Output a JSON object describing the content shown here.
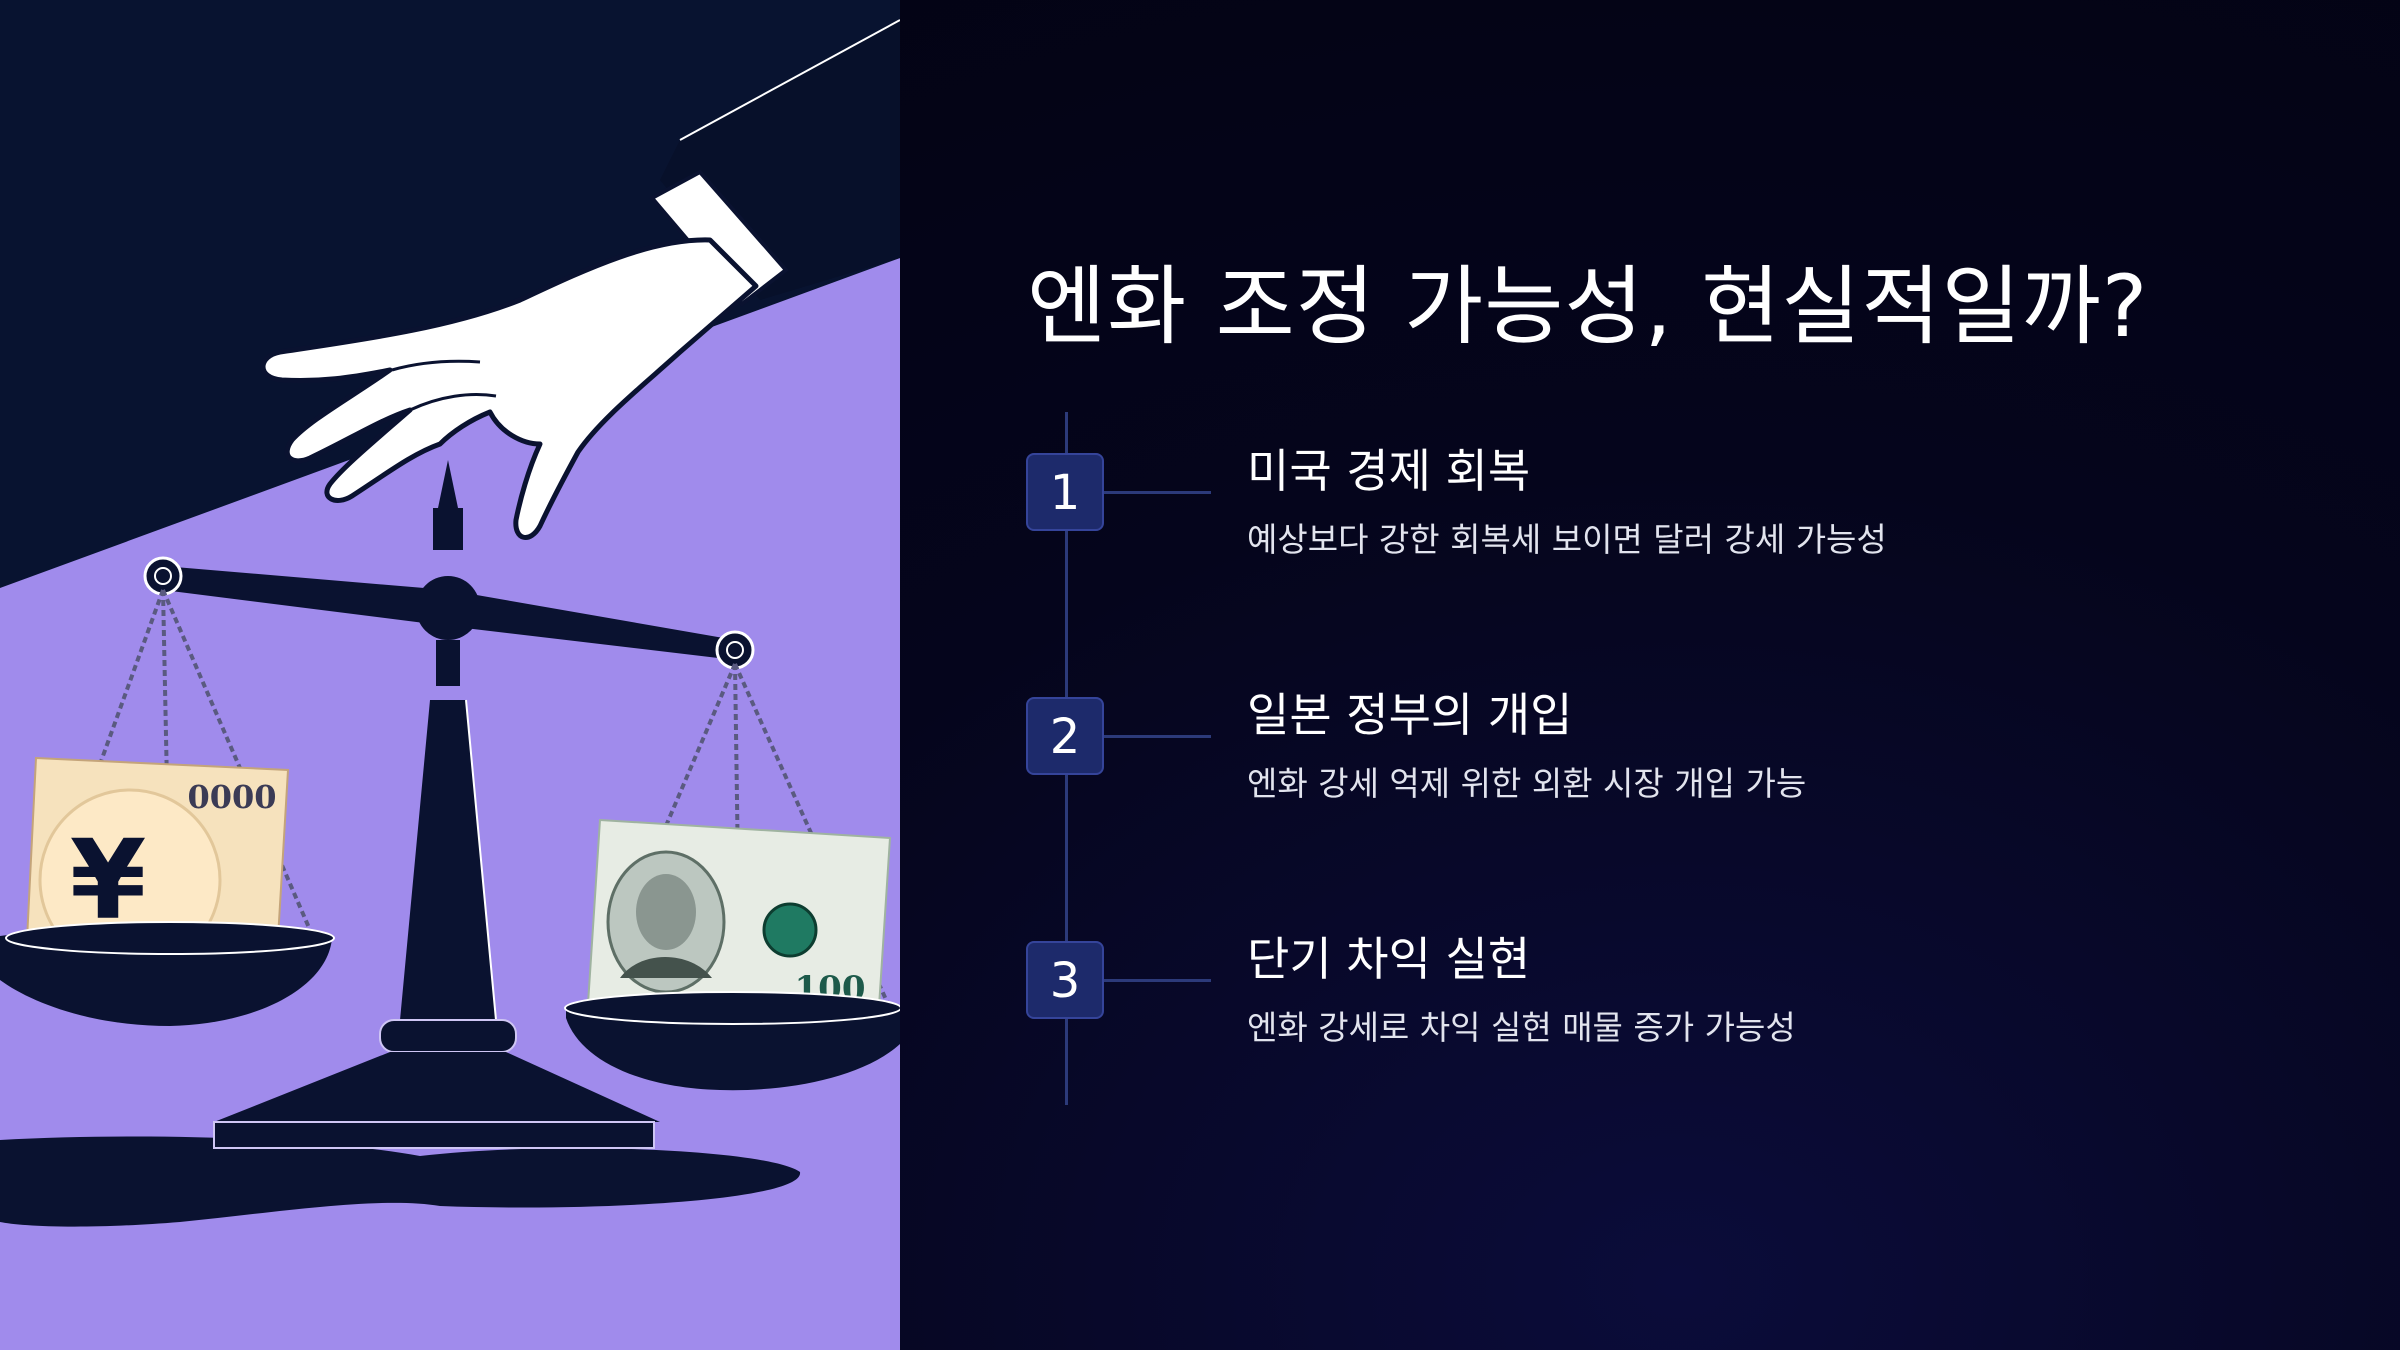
{
  "slide": {
    "title": "엔화 조정 가능성, 현실적일까?",
    "steps": [
      {
        "number": "1",
        "heading": "미국 경제 회복",
        "description": "예상보다 강한 회복세 보이면 달러 강세 가능성"
      },
      {
        "number": "2",
        "heading": "일본 정부의 개입",
        "description": "엔화 강세 억제 위한 외환 시장 개입 가능"
      },
      {
        "number": "3",
        "heading": "단기 차익 실현",
        "description": "엔화 강세로 차익 실현 매물 증가 가능성"
      }
    ]
  },
  "illustration": {
    "yen_symbol": "¥",
    "yen_note_text": "0000",
    "dollar_note_text": "100"
  },
  "colors": {
    "background": "#03030f",
    "illustration_dark": "#081330",
    "illustration_purple": "#a08bec",
    "badge_fill": "#1d2a6b",
    "timeline": "#2c3a7a",
    "text": "#ffffff"
  }
}
